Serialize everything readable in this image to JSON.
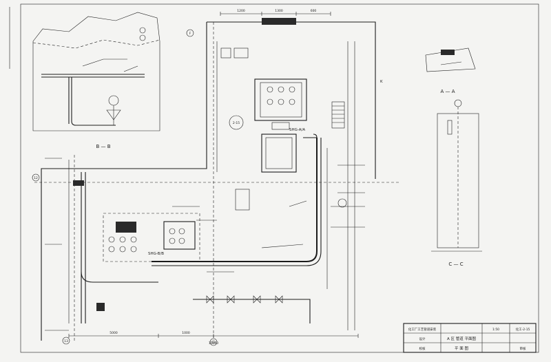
{
  "drawing": {
    "section_labels": {
      "bb": "B — B",
      "aa": "A — A",
      "cc": "C — C"
    },
    "equipment_tags": {
      "pump_a": "SHG-A/A",
      "pump_b": "SHG-B/B",
      "area_number": "2-15"
    },
    "grid_bubbles": [
      "F",
      "12",
      "13",
      "19",
      "K"
    ],
    "dimensions": {
      "top_1": "1200",
      "top_2": "1300",
      "top_3": "600",
      "bottom_1": "5000",
      "bottom_2": "1000",
      "bottom_total": "15000"
    },
    "title_block": {
      "company": "化工厂工艺管道安装",
      "drawing_title": "A 区 管道 平面图",
      "sheet": "平 面 图",
      "scale": "1:50",
      "drawing_no": "化工-2-15",
      "designed": "设计",
      "checked": "校核",
      "approved": "审核"
    }
  }
}
